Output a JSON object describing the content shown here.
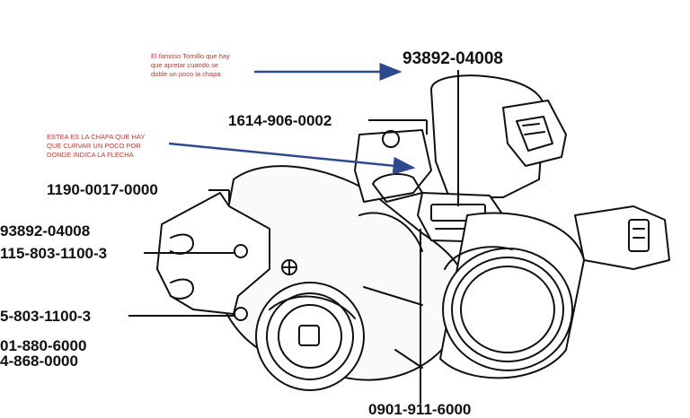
{
  "notes": {
    "tornillo": [
      "El famoso Tornillo que hay",
      "que apretar cuando se",
      "doble un poco la chapa"
    ],
    "chapa": [
      "ESTEA ES LA CHAPA QUE HAY",
      "QUE CURVAR  UN POCO POR",
      "DONDE INDICA LA FLECHA"
    ]
  },
  "part_numbers": {
    "top_sensor": "93892-04008",
    "bracket_bolt": "1614-906-0002",
    "left_top": "1190-0017-0000",
    "left_sensor": "93892-04008",
    "left_screw_upper": "115-803-1100-3",
    "left_screw_lower": "5-803-1100-3",
    "left_bottom_1": "01-880-6000",
    "left_bottom_2": "4-868-0000",
    "bottom": "0901-911-6000"
  },
  "colors": {
    "note_text": "#c0392b",
    "arrow": "#2e4a8f",
    "line_art": "#111111"
  }
}
